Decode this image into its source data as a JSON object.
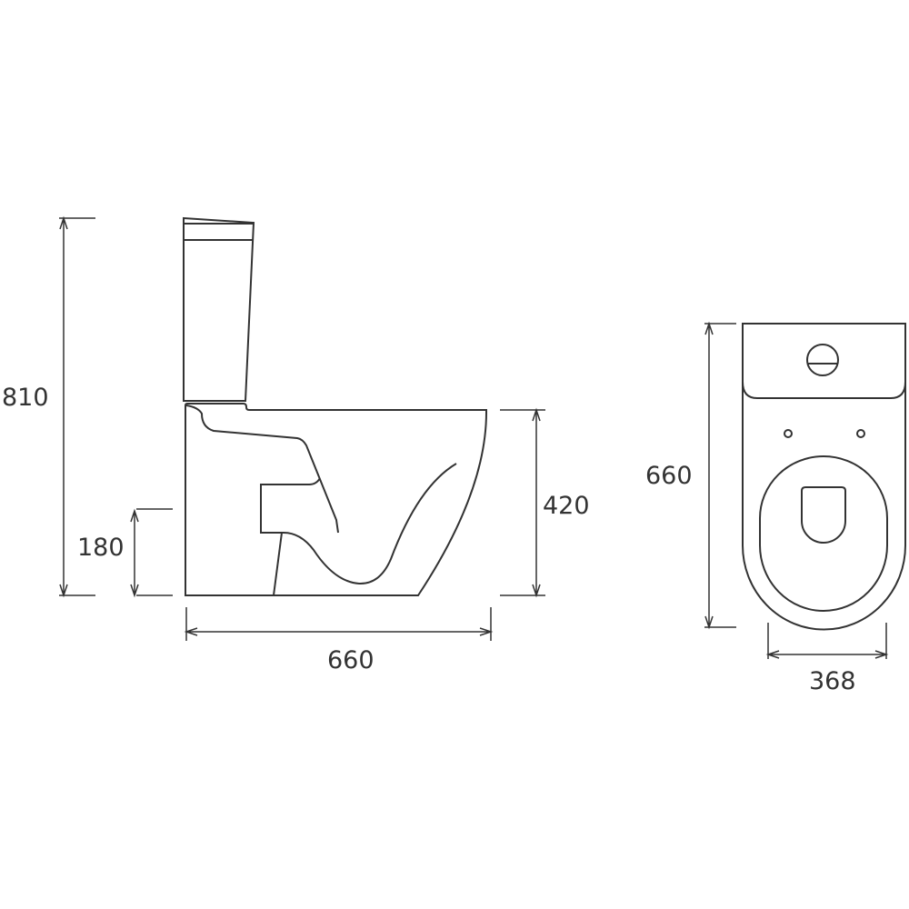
{
  "side_view": {
    "overall_height": "810",
    "outlet_height": "180",
    "seat_height": "420",
    "projection": "660"
  },
  "top_view": {
    "length": "660",
    "width": "368"
  },
  "colors": {
    "line": "#333333",
    "background": "#ffffff"
  }
}
